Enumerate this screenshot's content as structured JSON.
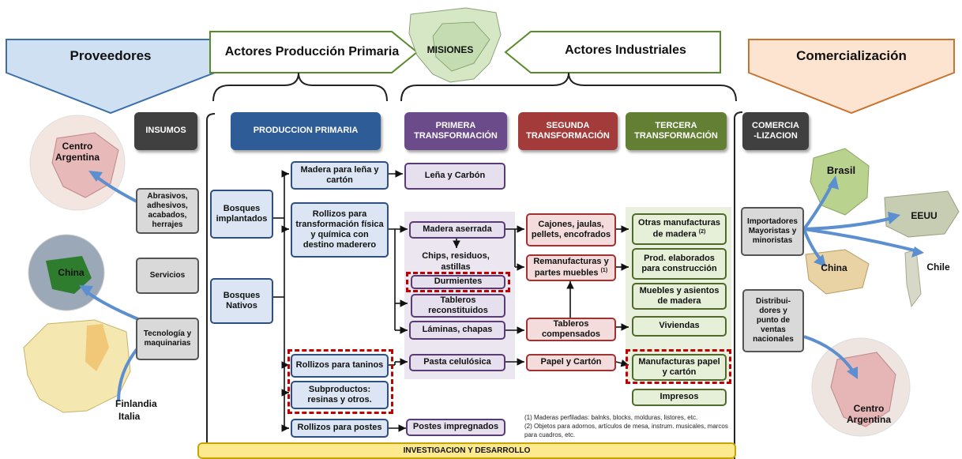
{
  "header": {
    "proveedores": "Proveedores",
    "actores_primaria": "Actores Producción Primaria",
    "misiones": "MISIONES",
    "actores_industriales": "Actores Industriales",
    "comercializacion": "Comercialización"
  },
  "categories": {
    "insumos": "INSUMOS",
    "produccion_primaria": "PRODUCCION PRIMARIA",
    "primera_1": "PRIMERA",
    "primera_2": "TRANSFORMACIÓN",
    "segunda_1": "SEGUNDA",
    "segunda_2": "TRANSFORMACIÓN",
    "tercera_1": "TERCERA",
    "tercera_2": "TRANSFORMACIÓN",
    "comercia_1": "COMERCIA",
    "comercia_2": "-LIZACION"
  },
  "maps": {
    "centro_argentina": "Centro Argentina",
    "china_left": "China",
    "finlandia": "Finlandia",
    "italia": "Italia",
    "brasil": "Brasil",
    "eeuu": "EEUU",
    "china_right": "China",
    "chile": "Chile",
    "centro_argentina_right": "Centro Argentina"
  },
  "insumos": {
    "abrasivos": "Abrasivos, adhesivos, acabados, herrajes",
    "servicios": "Servicios",
    "tecnologia": "Tecnología y maquinarias"
  },
  "primaria": {
    "implantados": "Bosques implantados",
    "nativos": "Bosques Nativos",
    "lena": "Madera para leña y cartón",
    "rollizos_transf": "Rollizos para transformación física y química con destino maderero",
    "rollizos_taninos": "Rollizos para taninos",
    "subproductos": "Subproductos: resinas y otros.",
    "rollizos_postes": "Rollizos para postes"
  },
  "primera": {
    "lena_carbon": "Leña y Carbón",
    "madera_aserrada": "Madera aserrada",
    "chips": "Chips, residuos, astillas",
    "durmientes": "Durmientes",
    "tableros_recon": "Tableros reconstituidos",
    "laminas": "Láminas, chapas",
    "pasta": "Pasta celulósica",
    "postes": "Postes impregnados"
  },
  "segunda": {
    "cajones": "Cajones, jaulas, pellets, encofrados",
    "remanufacturas": "Remanufacturas y partes muebles",
    "remanufacturas_sup": "(1)",
    "tableros_comp": "Tableros compensados",
    "papel": "Papel y Cartón"
  },
  "tercera": {
    "otras": "Otras manufacturas de madera",
    "otras_sup": "(2)",
    "prod_elab": "Prod. elaborados para construcción",
    "muebles": "Muebles y asientos de madera",
    "viviendas": "Viviendas",
    "manufacturas_papel": "Manufacturas papel y cartón",
    "impresos": "Impresos"
  },
  "comercio": {
    "importadores": "Importadores Mayoristas y minoristas",
    "distribuidores": "Distribui- dores y punto de ventas nacionales"
  },
  "notes": {
    "n1": "(1) Maderas perfiladas: balnks, blocks, molduras, listores, etc.",
    "n2": "(2) Objetos para adornos, artículos de mesa, instrum. musicales, marcos para cuadros, etc."
  },
  "footer": {
    "investigacion": "INVESTIGACION Y DESARROLLO"
  },
  "colors": {
    "proveedores_fill": "#cfe0f2",
    "comercializacion_fill": "#fde4d0",
    "insumos_cat": "#404040",
    "primaria_cat": "#2e5c97",
    "primera_cat": "#6c4b8b",
    "segunda_cat": "#a33b3b",
    "tercera_cat": "#627f34",
    "footer": "#fde98e",
    "dashed": "#c00000"
  }
}
